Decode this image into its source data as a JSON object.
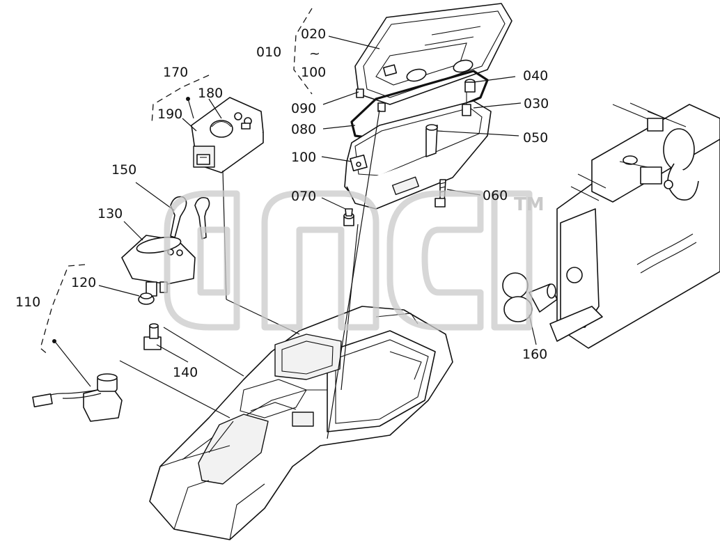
{
  "labels": {
    "p010": "010",
    "p020": "020",
    "tilde": "~",
    "p100a": "100",
    "p040": "040",
    "p030": "030",
    "p090": "090",
    "p080": "080",
    "p050": "050",
    "p100b": "100",
    "p070": "070",
    "p060": "060",
    "p170": "170",
    "p180": "180",
    "p190": "190",
    "p150": "150",
    "p130": "130",
    "p120": "120",
    "p110": "110",
    "p140": "140",
    "p160": "160"
  },
  "watermark": {
    "trademark": "TM"
  }
}
